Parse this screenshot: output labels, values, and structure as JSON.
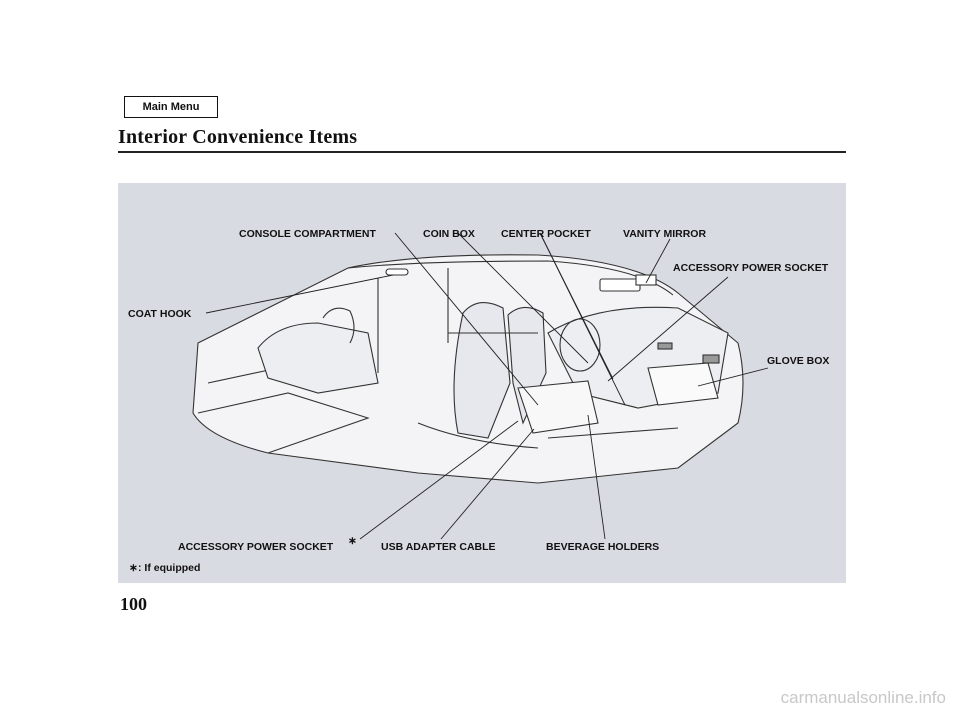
{
  "nav": {
    "main_menu": "Main Menu"
  },
  "page": {
    "title": "Interior Convenience Items",
    "number": "100"
  },
  "callouts": {
    "console_compartment": "CONSOLE COMPARTMENT",
    "coin_box": "COIN BOX",
    "center_pocket": "CENTER POCKET",
    "vanity_mirror": "VANITY MIRROR",
    "accessory_power_socket_top": "ACCESSORY POWER SOCKET",
    "coat_hook": "COAT HOOK",
    "glove_box": "GLOVE BOX",
    "accessory_power_socket_bottom": "ACCESSORY POWER SOCKET",
    "usb_adapter_cable": "USB ADAPTER CABLE",
    "beverage_holders": "BEVERAGE HOLDERS"
  },
  "footnote": {
    "symbol": "∗",
    "text": ": If equipped"
  },
  "watermark": "carmanualsonline.info",
  "colors": {
    "panel": "#d9dbe2",
    "ink": "#111111",
    "watermark": "#c8c8c8"
  }
}
